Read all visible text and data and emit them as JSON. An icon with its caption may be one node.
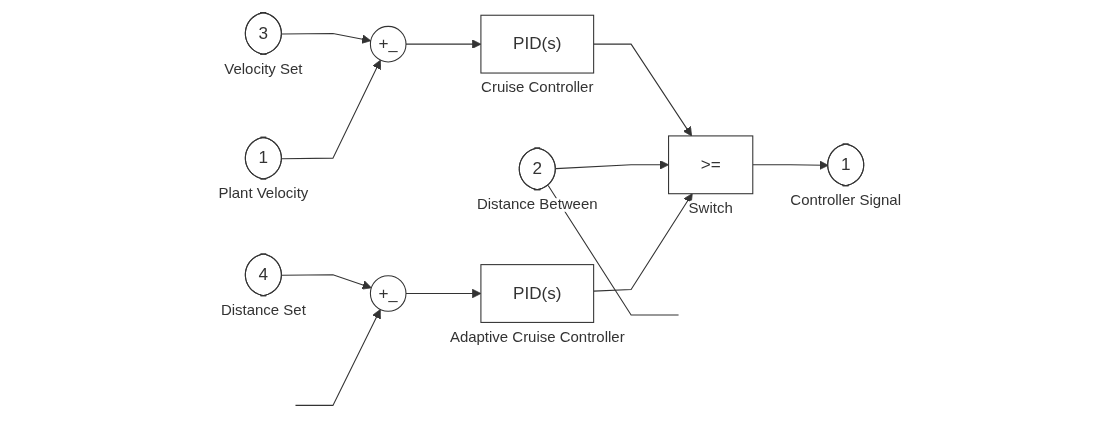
{
  "diagram": {
    "nodes": [
      {
        "text": [
          "3"
        ],
        "beside": [
          "Velocity Set"
        ]
      },
      {
        "text": [
          "+_"
        ]
      },
      {
        "text": [
          "PID(s)"
        ],
        "beside": [
          "Cruise Controller"
        ]
      },
      {
        "text": [
          "1"
        ],
        "beside": [
          "Plant Velocity"
        ]
      },
      {
        "text": [
          "2"
        ],
        "beside": [
          "Distance Between"
        ]
      },
      {
        "text": [
          ">="
        ],
        "beside": [
          "Switch"
        ]
      },
      {
        "text": [
          "1"
        ],
        "beside": [
          "Controller Signal"
        ]
      },
      {
        "text": [
          "4"
        ],
        "beside": [
          "Distance Set"
        ]
      },
      {
        "text": [
          "+_"
        ]
      },
      {
        "text": [
          "PID(s)"
        ],
        "beside": [
          "Adaptive Cruise Controller"
        ]
      }
    ],
    "edges": [
      {
        "from": 0,
        "to": 1,
        "arrow": "to"
      },
      {
        "from": 3,
        "to": 1,
        "arrow": "to"
      },
      {
        "from": 1,
        "to": 2,
        "arrow": "to"
      },
      {
        "from": 2,
        "to": 5,
        "arrow": "to"
      },
      {
        "from": 4,
        "to": 5,
        "arrow": "to"
      },
      {
        "from": 4,
        "to": null,
        "arrow": "none"
      },
      {
        "from": 5,
        "to": 6,
        "arrow": "to"
      },
      {
        "from": 7,
        "to": 8,
        "arrow": "to"
      },
      {
        "from": null,
        "to": 8,
        "arrow": "to"
      },
      {
        "from": 8,
        "to": 9,
        "arrow": "to"
      },
      {
        "from": 9,
        "to": 5,
        "arrow": "to"
      }
    ]
  }
}
